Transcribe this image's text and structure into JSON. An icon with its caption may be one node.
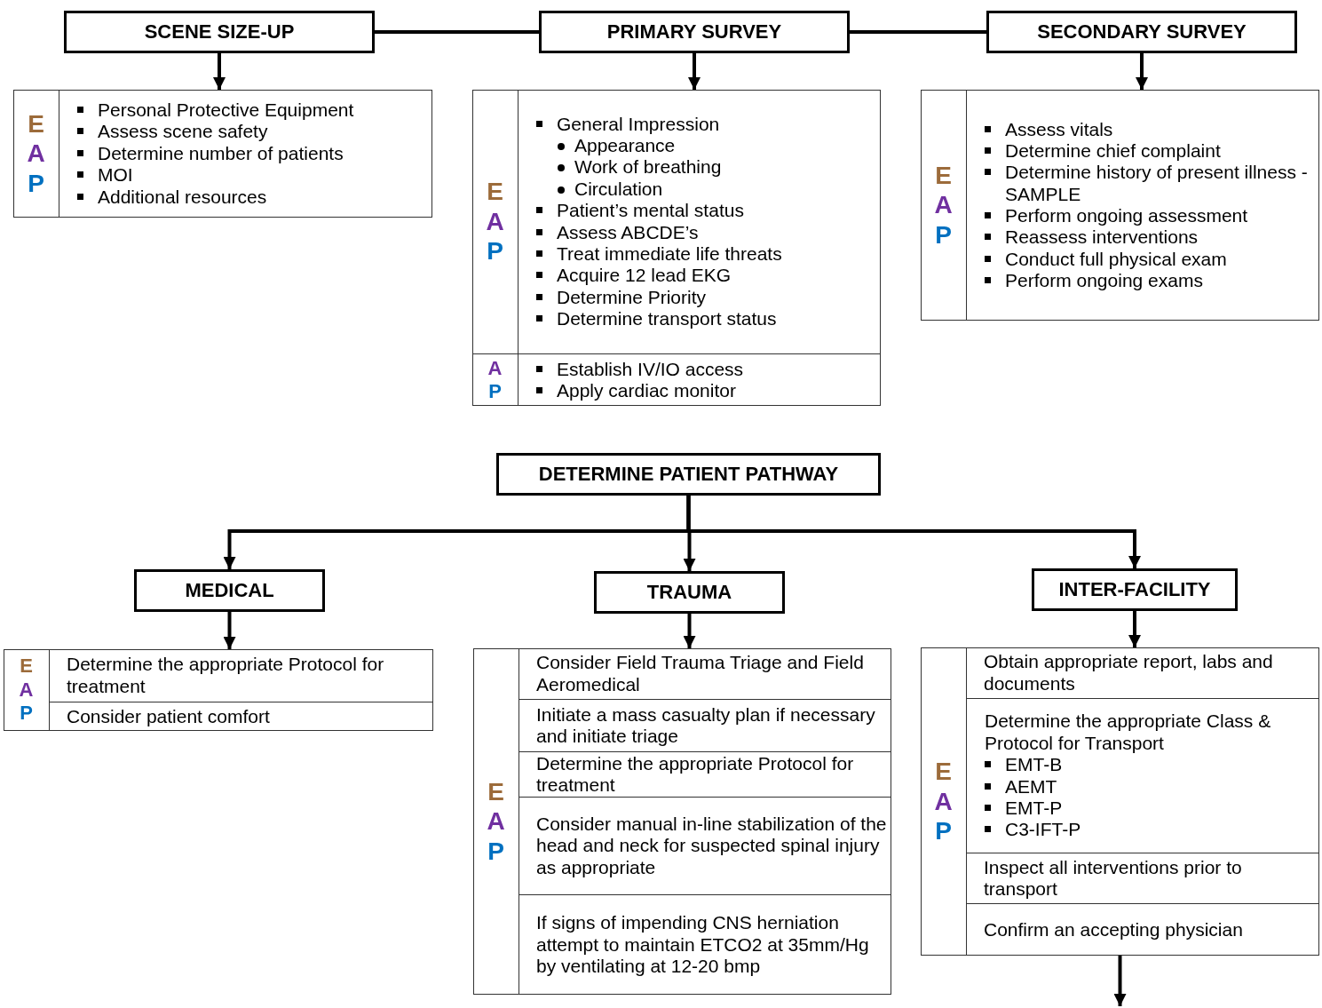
{
  "diagram": {
    "nodes": [
      {
        "text": [
          "SCENE SIZE-UP"
        ]
      },
      {
        "text": [
          "PRIMARY SURVEY"
        ]
      },
      {
        "text": [
          "SECONDARY SURVEY"
        ]
      },
      {
        "text": [],
        "shape": "box"
      },
      {
        "text": [
          "E",
          "A",
          "P"
        ],
        "in": 3
      },
      {
        "text": [
          "Personal Protective Equipment",
          "Assess scene safety",
          "Determine number of patients",
          "MOI",
          "Additional resources"
        ],
        "in": 3
      },
      {
        "text": [],
        "shape": "box"
      },
      {
        "text": [
          "E",
          "A",
          "P"
        ],
        "in": 6
      },
      {
        "text": [
          "General Impression",
          "Appearance",
          "Work of breathing",
          "Circulation",
          "Patient’s mental status",
          "Assess ABCDE’s",
          "Treat immediate life threats",
          "Acquire 12 lead EKG",
          "Determine Priority",
          "Determine transport status"
        ],
        "in": 6
      },
      {
        "text": [
          "A",
          "P"
        ],
        "in": 6
      },
      {
        "text": [
          "Establish IV/IO access",
          "Apply cardiac monitor"
        ],
        "in": 6
      },
      {
        "text": [],
        "shape": "box"
      },
      {
        "text": [
          "E",
          "A",
          "P"
        ],
        "in": 11
      },
      {
        "text": [
          "Assess vitals",
          "Determine chief complaint",
          "Determine history of present illness - SAMPLE",
          "Perform ongoing assessment",
          "Reassess interventions",
          "Conduct full physical exam",
          "Perform ongoing exams"
        ],
        "in": 11
      },
      {
        "text": [
          "DETERMINE PATIENT PATHWAY"
        ]
      },
      {
        "text": [
          "MEDICAL"
        ]
      },
      {
        "text": [
          "TRAUMA"
        ]
      },
      {
        "text": [
          "INTER-FACILITY"
        ]
      },
      {
        "text": [],
        "shape": "box"
      },
      {
        "text": [
          "E",
          "A",
          "P"
        ],
        "in": 18
      },
      {
        "text": [
          "Determine the appropriate Protocol for treatment"
        ],
        "in": 18
      },
      {
        "text": [
          "Consider patient comfort"
        ],
        "in": 18
      },
      {
        "text": [],
        "shape": "box"
      },
      {
        "text": [
          "E",
          "A",
          "P"
        ],
        "in": 22
      },
      {
        "text": [
          "Consider Field Trauma Triage and Field Aeromedical"
        ],
        "in": 22
      },
      {
        "text": [
          "Initiate a mass casualty plan if necessary and initiate triage"
        ],
        "in": 22
      },
      {
        "text": [
          "Determine the appropriate Protocol for treatment"
        ],
        "in": 22
      },
      {
        "text": [
          "Consider manual in-line stabilization of the head and neck for suspected spinal injury as appropriate"
        ],
        "in": 22
      },
      {
        "text": [
          "If signs of impending CNS herniation attempt to maintain ETCO2 at 35mm/Hg by ventilating at 12-20 bmp"
        ],
        "in": 22
      },
      {
        "text": [],
        "shape": "box"
      },
      {
        "text": [
          "E",
          "A",
          "P"
        ],
        "in": 29
      },
      {
        "text": [
          "Obtain appropriate report, labs and documents"
        ],
        "in": 29
      },
      {
        "text": [
          "Determine the appropriate Class & Protocol for Transport",
          "EMT-B",
          "AEMT",
          "EMT-P",
          "C3-IFT-P"
        ],
        "in": 29
      },
      {
        "text": [
          "Inspect all interventions prior to transport"
        ],
        "in": 29
      },
      {
        "text": [
          "Confirm an accepting physician"
        ],
        "in": 29
      }
    ],
    "edges": [
      {
        "from": 0,
        "to": 1,
        "arrow": "none"
      },
      {
        "from": 1,
        "to": 2,
        "arrow": "none"
      },
      {
        "from": 0,
        "to": 3,
        "arrow": "to"
      },
      {
        "from": 1,
        "to": 6,
        "arrow": "to"
      },
      {
        "from": 2,
        "to": 11,
        "arrow": "to"
      },
      {
        "from": 14,
        "to": 15,
        "arrow": "to"
      },
      {
        "from": 14,
        "to": 16,
        "arrow": "to"
      },
      {
        "from": 14,
        "to": 17,
        "arrow": "to"
      },
      {
        "from": 15,
        "to": 18,
        "arrow": "to"
      },
      {
        "from": 16,
        "to": 22,
        "arrow": "to"
      },
      {
        "from": 17,
        "to": 29,
        "arrow": "to"
      },
      {
        "from": 29,
        "to": null,
        "arrow": "to"
      }
    ]
  }
}
